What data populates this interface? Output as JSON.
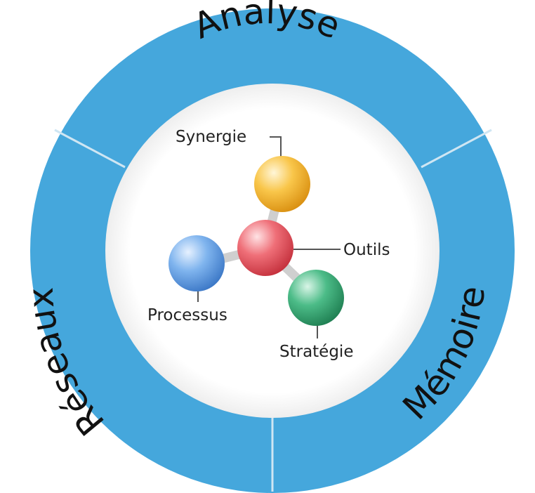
{
  "ring": {
    "top_label": "Analyse",
    "left_label": "Réseaux",
    "right_label": "Mémoire",
    "color": "#45a7dc"
  },
  "center": {
    "color": "#ffffff"
  },
  "nodes": {
    "synergie": {
      "label": "Synergie",
      "color": "#f5b329"
    },
    "outils": {
      "label": "Outils",
      "color": "#e04a55"
    },
    "processus": {
      "label": "Processus",
      "color": "#4f95e2"
    },
    "strategie": {
      "label": "Stratégie",
      "color": "#2e9f6a"
    }
  }
}
